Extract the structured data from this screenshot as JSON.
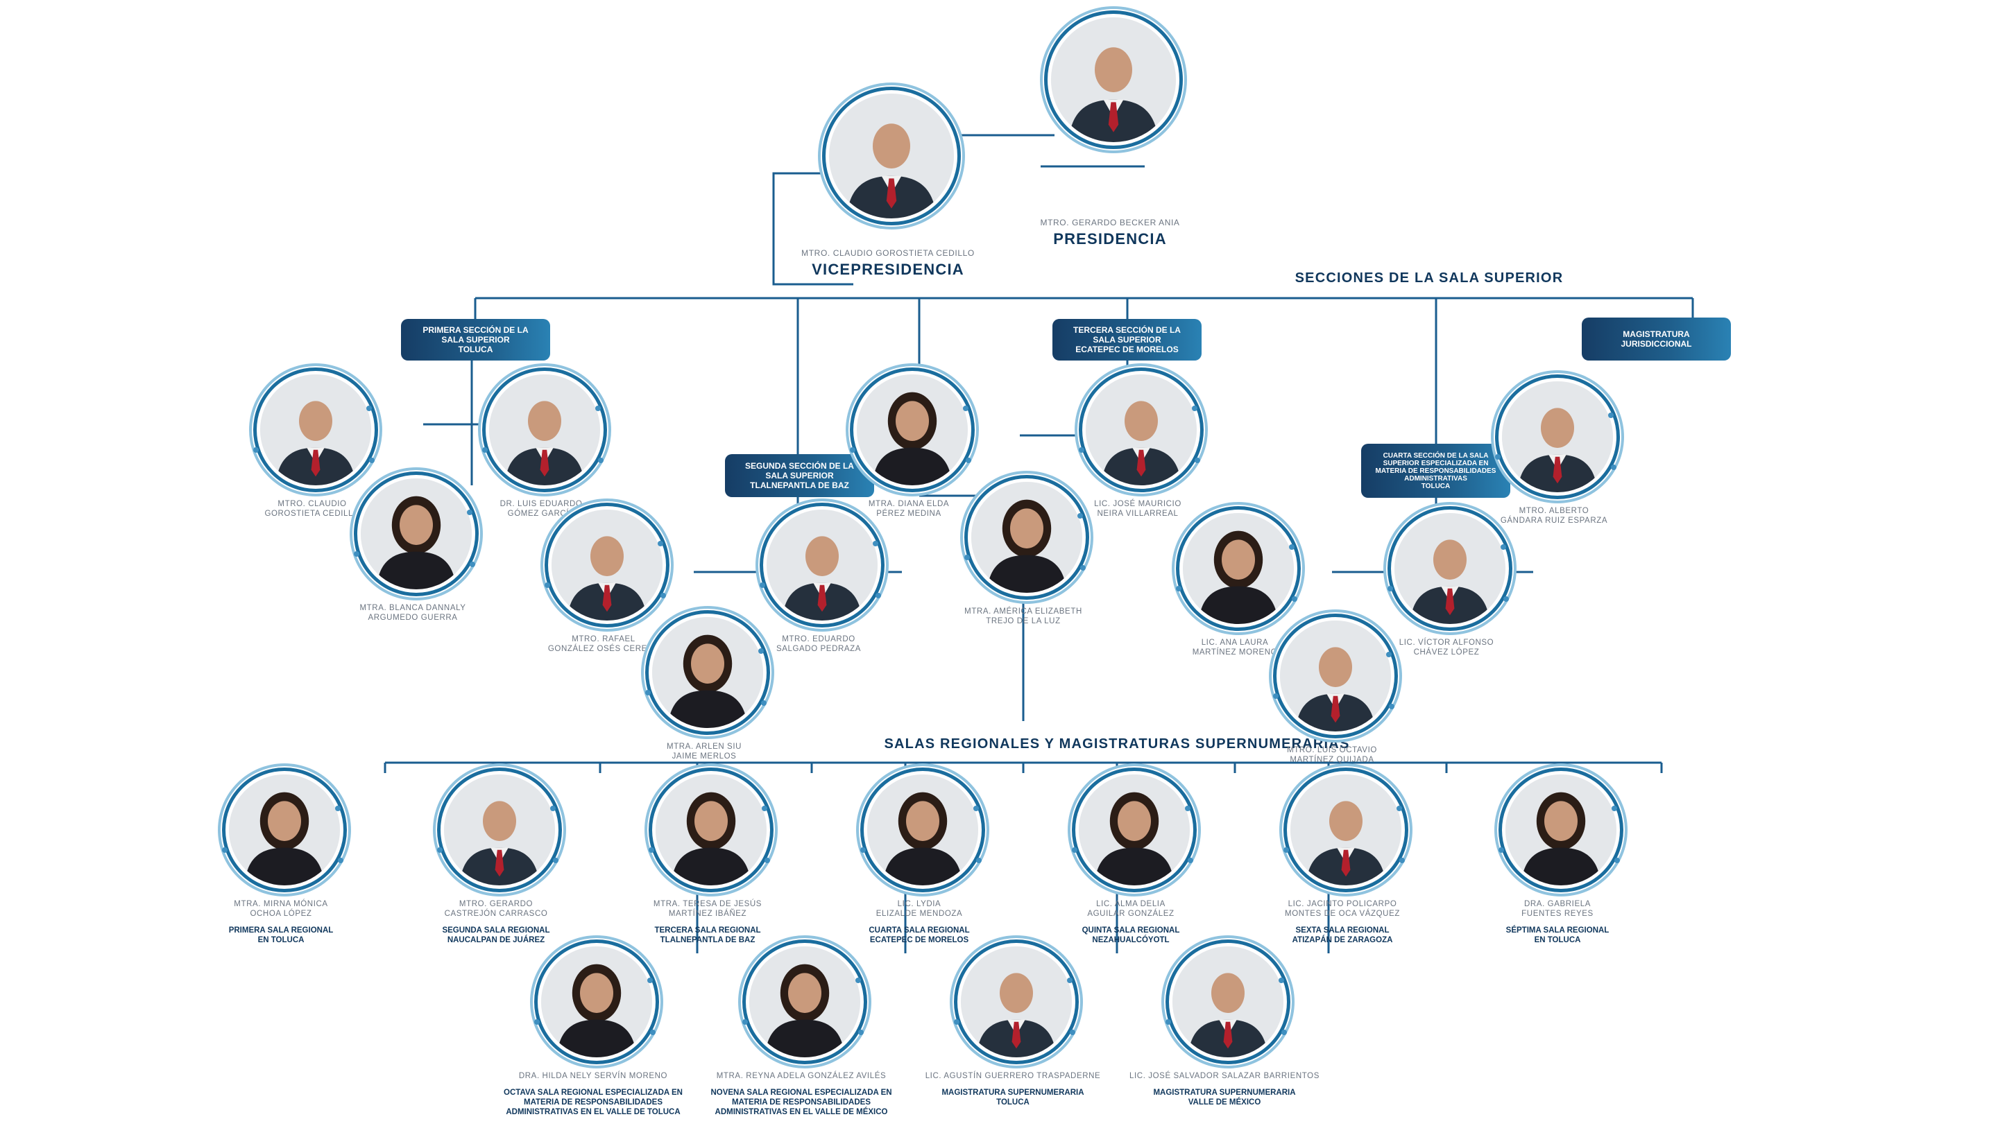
{
  "top": {
    "vicepresidencia": {
      "title": "VICEPRESIDENCIA",
      "name": "MTRO. CLAUDIO GOROSTIETA CEDILLO"
    },
    "presidencia": {
      "title": "PRESIDENCIA",
      "name": "MTRO. GERARDO BECKER ANIA"
    }
  },
  "sections_title": "SECCIONES  DE LA SALA SUPERIOR",
  "regional_title": "SALAS REGIONALES Y MAGISTRATURAS SUPERNUMERARIAS",
  "boxes": {
    "primera": [
      "PRIMERA SECCIÓN DE LA",
      "SALA SUPERIOR",
      "TOLUCA"
    ],
    "segunda": [
      "SEGUNDA SECCIÓN DE LA",
      "SALA SUPERIOR",
      "TLALNEPANTLA DE BAZ"
    ],
    "tercera": [
      "TERCERA SECCIÓN DE LA",
      "SALA SUPERIOR",
      "ECATEPEC DE MORELOS"
    ],
    "cuarta": [
      "CUARTA SECCIÓN DE LA SALA",
      "SUPERIOR ESPECIALIZADA EN",
      "MATERIA DE RESPONSABILIDADES",
      "ADMINISTRATIVAS",
      "TOLUCA"
    ],
    "magistratura": [
      "MAGISTRATURA",
      "JURISDICCIONAL"
    ]
  },
  "section_people": [
    {
      "id": "s1a",
      "name": [
        "MTRO. CLAUDIO",
        "GOROSTIETA CEDILLO"
      ]
    },
    {
      "id": "s1b",
      "name": [
        "DR. LUIS EDUARDO",
        "GÓMEZ GARCÍA"
      ]
    },
    {
      "id": "s1c",
      "name": [
        "MTRA. BLANCA DANNALY",
        "ARGUMEDO GUERRA"
      ]
    },
    {
      "id": "s2a",
      "name": [
        "MTRO. RAFAEL",
        "GONZÁLEZ OSÉS CEREZO"
      ]
    },
    {
      "id": "s2b",
      "name": [
        "MTRO. EDUARDO",
        "SALGADO PEDRAZA"
      ]
    },
    {
      "id": "s2c",
      "name": [
        "MTRA. ARLEN SIU",
        "JAIME MERLOS"
      ]
    },
    {
      "id": "s3a",
      "name": [
        "MTRA. DIANA ELDA",
        "PÉREZ MEDINA"
      ]
    },
    {
      "id": "s3b",
      "name": [
        "LIC. JOSÉ MAURICIO",
        "NEIRA VILLARREAL"
      ]
    },
    {
      "id": "s3c",
      "name": [
        "MTRA. AMÉRICA ELIZABETH",
        "TREJO DE LA LUZ"
      ]
    },
    {
      "id": "s4a",
      "name": [
        "LIC. ANA LAURA",
        "MARTÍNEZ MORENO"
      ]
    },
    {
      "id": "s4b",
      "name": [
        "LIC. VÍCTOR ALFONSO",
        "CHÁVEZ LÓPEZ"
      ]
    },
    {
      "id": "s4c",
      "name": [
        "MTRO. LUIS OCTAVIO",
        "MARTÍNEZ QUIJADA"
      ]
    },
    {
      "id": "mj",
      "name": [
        "MTRO. ALBERTO",
        "GÁNDARA RUIZ ESPARZA"
      ]
    }
  ],
  "regional_people": [
    {
      "id": "r1",
      "name": [
        "MTRA. MIRNA MÓNICA",
        "OCHOA LÓPEZ"
      ],
      "room": [
        "PRIMERA SALA REGIONAL",
        "EN TOLUCA"
      ]
    },
    {
      "id": "r2",
      "name": [
        "MTRO. GERARDO",
        "CASTREJÓN CARRASCO"
      ],
      "room": [
        "SEGUNDA SALA REGIONAL",
        "NAUCALPAN DE JUÁREZ"
      ]
    },
    {
      "id": "r3",
      "name": [
        "MTRA. TERESA DE JESÚS",
        "MARTÍNEZ IBÁÑEZ"
      ],
      "room": [
        "TERCERA SALA REGIONAL",
        "TLALNEPANTLA DE BAZ"
      ]
    },
    {
      "id": "r4",
      "name": [
        "LIC. LYDIA",
        "ELIZALDE MENDOZA"
      ],
      "room": [
        "CUARTA SALA REGIONAL",
        "ECATEPEC DE MORELOS"
      ]
    },
    {
      "id": "r5",
      "name": [
        "LIC. ALMA DELIA",
        "AGUILAR GONZÁLEZ"
      ],
      "room": [
        "QUINTA SALA REGIONAL",
        "NEZAHUALCÓYOTL"
      ]
    },
    {
      "id": "r6",
      "name": [
        "LIC. JACINTO POLICARPO",
        "MONTES DE OCA VÁZQUEZ"
      ],
      "room": [
        "SEXTA SALA REGIONAL",
        "ATIZAPÁN DE ZARAGOZA"
      ]
    },
    {
      "id": "r7",
      "name": [
        "DRA. GABRIELA",
        "FUENTES REYES"
      ],
      "room": [
        "SÉPTIMA SALA REGIONAL",
        "EN TOLUCA"
      ]
    },
    {
      "id": "r8",
      "name": [
        "DRA. HILDA NELY SERVÍN MORENO"
      ],
      "room": [
        "OCTAVA SALA REGIONAL ESPECIALIZADA EN",
        "MATERIA DE RESPONSABILIDADES",
        "ADMINISTRATIVAS EN EL VALLE DE TOLUCA"
      ]
    },
    {
      "id": "r9",
      "name": [
        "MTRA. REYNA ADELA GONZÁLEZ AVILÉS"
      ],
      "room": [
        "NOVENA SALA REGIONAL ESPECIALIZADA EN",
        "MATERIA DE RESPONSABILIDADES",
        "ADMINISTRATIVAS EN EL VALLE DE MÉXICO"
      ]
    },
    {
      "id": "r10",
      "name": [
        "LIC. AGUSTÍN GUERRERO TRASPADERNE"
      ],
      "room": [
        "MAGISTRATURA SUPERNUMERARIA",
        "TOLUCA"
      ]
    },
    {
      "id": "r11",
      "name": [
        "LIC. JOSÉ SALVADOR SALAZAR BARRIENTOS"
      ],
      "room": [
        "MAGISTRATURA SUPERNUMERARIA",
        "VALLE DE MÉXICO"
      ]
    }
  ],
  "colors": {
    "navy": "#10375c",
    "line": "#1a5d8f",
    "ring": "#1a6d9e"
  }
}
